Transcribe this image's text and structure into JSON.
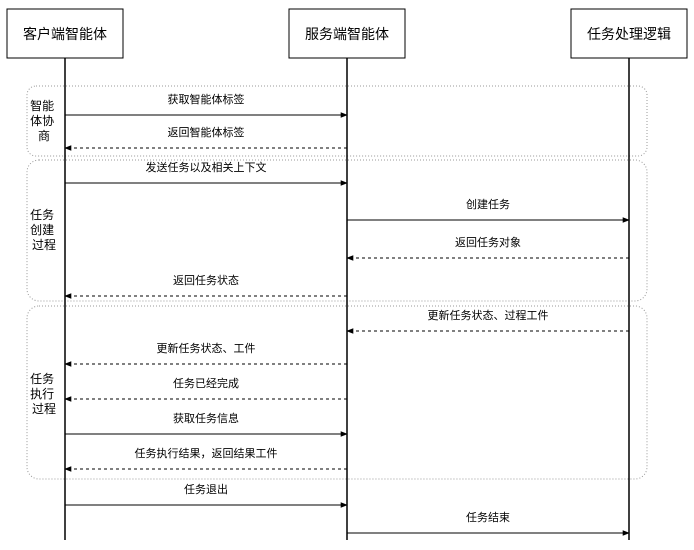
{
  "participants": [
    {
      "id": "client",
      "label": "客户端智能体"
    },
    {
      "id": "server",
      "label": "服务端智能体"
    },
    {
      "id": "logic",
      "label": "任务处理逻辑"
    }
  ],
  "groups": [
    {
      "label_lines": [
        "智能",
        "体协",
        "商"
      ]
    },
    {
      "label_lines": [
        "任务",
        "创建",
        "过程"
      ]
    },
    {
      "label_lines": [
        "任务",
        "执行",
        "过程"
      ]
    }
  ],
  "messages": [
    {
      "label": "获取智能体标签",
      "from": "client",
      "to": "server",
      "style": "solid"
    },
    {
      "label": "返回智能体标签",
      "from": "server",
      "to": "client",
      "style": "dashed"
    },
    {
      "label": "发送任务以及相关上下文",
      "from": "client",
      "to": "server",
      "style": "solid"
    },
    {
      "label": "创建任务",
      "from": "server",
      "to": "logic",
      "style": "solid"
    },
    {
      "label": "返回任务对象",
      "from": "logic",
      "to": "server",
      "style": "dashed"
    },
    {
      "label": "返回任务状态",
      "from": "server",
      "to": "client",
      "style": "dashed"
    },
    {
      "label": "更新任务状态、过程工件",
      "from": "logic",
      "to": "server",
      "style": "dashed"
    },
    {
      "label": "更新任务状态、工件",
      "from": "server",
      "to": "client",
      "style": "dashed"
    },
    {
      "label": "任务已经完成",
      "from": "server",
      "to": "client",
      "style": "dashed"
    },
    {
      "label": "获取任务信息",
      "from": "client",
      "to": "server",
      "style": "solid"
    },
    {
      "label": "任务执行结果，返回结果工件",
      "from": "server",
      "to": "client",
      "style": "dashed"
    },
    {
      "label": "任务退出",
      "from": "client",
      "to": "server",
      "style": "solid"
    },
    {
      "label": "任务结束",
      "from": "server",
      "to": "logic",
      "style": "solid"
    }
  ]
}
